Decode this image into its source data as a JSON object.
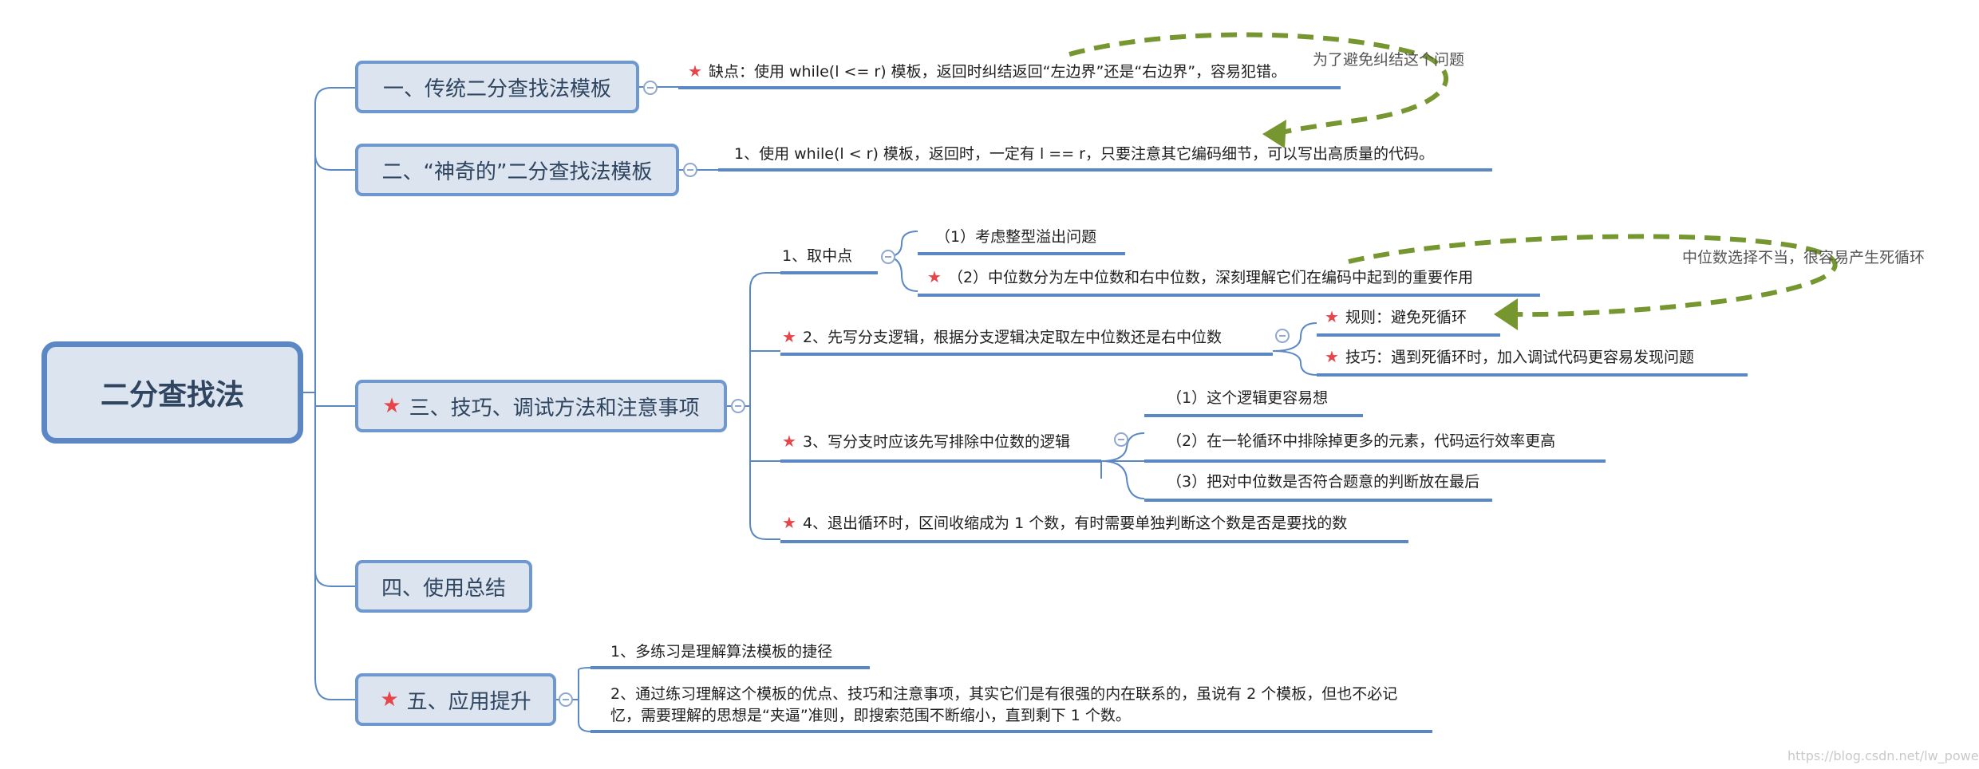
{
  "mindmap": {
    "root": {
      "label": "二分查找法"
    },
    "topics": [
      {
        "label": "一、传统二分查找法模板",
        "starred": false,
        "children": [
          {
            "label": "缺点：使用 while(l <= r) 模板，返回时纠结返回“左边界”还是“右边界”，容易犯错。",
            "starred": true
          }
        ]
      },
      {
        "label": "二、“神奇的”二分查找法模板",
        "starred": false,
        "children": [
          {
            "label": "1、使用 while(l < r) 模板，返回时，一定有 l == r，只要注意其它编码细节，可以写出高质量的代码。",
            "starred": false
          }
        ]
      },
      {
        "label": "三、技巧、调试方法和注意事项",
        "starred": true,
        "children": [
          {
            "label": "1、取中点",
            "starred": false,
            "children": [
              {
                "label": "（1）考虑整型溢出问题",
                "starred": false
              },
              {
                "label": "（2）中位数分为左中位数和右中位数，深刻理解它们在编码中起到的重要作用",
                "starred": true
              }
            ]
          },
          {
            "label": "2、先写分支逻辑，根据分支逻辑决定取左中位数还是右中位数",
            "starred": true,
            "children": [
              {
                "label": "规则：避免死循环",
                "starred": true
              },
              {
                "label": "技巧：遇到死循环时，加入调试代码更容易发现问题",
                "starred": true
              }
            ]
          },
          {
            "label": "3、写分支时应该先写排除中位数的逻辑",
            "starred": true,
            "children": [
              {
                "label": "（1）这个逻辑更容易想",
                "starred": false
              },
              {
                "label": "（2）在一轮循环中排除掉更多的元素，代码运行效率更高",
                "starred": false
              },
              {
                "label": "（3）把对中位数是否符合题意的判断放在最后",
                "starred": false
              }
            ]
          },
          {
            "label": "4、退出循环时，区间收缩成为 1 个数，有时需要单独判断这个数是否是要找的数",
            "starred": true
          }
        ]
      },
      {
        "label": "四、使用总结",
        "starred": false,
        "children": []
      },
      {
        "label": "五、应用提升",
        "starred": true,
        "children": [
          {
            "label": "1、多练习是理解算法模板的捷径",
            "starred": false
          },
          {
            "label": "2、通过练习理解这个模板的优点、技巧和注意事项，其实它们是有很强的内在联系的，虽说有 2 个模板，但也不必记忆，需要理解的思想是“夹逼”准则，即搜索范围不断缩小，直到剩下 1 个数。",
            "starred": false
          }
        ]
      }
    ],
    "annotations": [
      {
        "text": "为了避免纠结这个问题"
      },
      {
        "text": "中位数选择不当，很容易产生死循环"
      }
    ],
    "watermark": "https://blog.csdn.net/lw_power"
  },
  "colors": {
    "branch": "#5b88c5",
    "topic_fill": "#dbe4ef",
    "star": "#e8454a",
    "annotation_arrow": "#76962f"
  },
  "icons": {
    "star": "star-icon",
    "collapse": "collapse-toggle-icon",
    "relationship": "dashed-arrow-icon"
  }
}
